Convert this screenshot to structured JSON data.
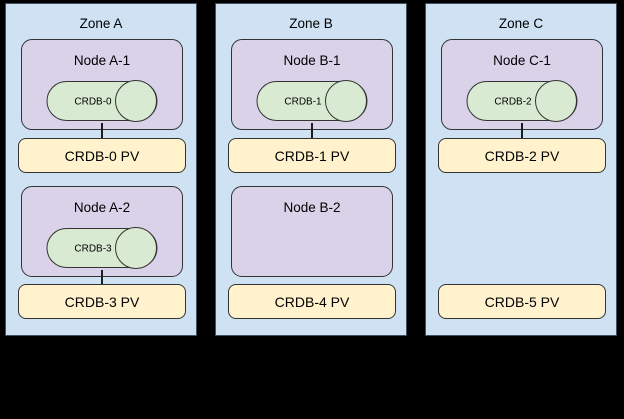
{
  "colors": {
    "canvas-bg": "#000000",
    "zone-fill": "#cfe2f3",
    "zone-border": "#44505d",
    "node-fill": "#d9d2e9",
    "cylinder-fill": "#d9ead3",
    "pv-fill": "#fff2cc",
    "shape-border": "#333333",
    "connector": "#1d1d1d",
    "text": "#000000"
  },
  "zones": [
    {
      "label": "Zone A",
      "node1": {
        "label": "Node A-1",
        "pod": "CRDB-0"
      },
      "pv1": "CRDB-0 PV",
      "node2": {
        "label": "Node A-2",
        "pod": "CRDB-3"
      },
      "pv2": "CRDB-3 PV"
    },
    {
      "label": "Zone B",
      "node1": {
        "label": "Node B-1",
        "pod": "CRDB-1"
      },
      "pv1": "CRDB-1 PV",
      "node2": {
        "label": "Node B-2"
      },
      "pv2": "CRDB-4 PV"
    },
    {
      "label": "Zone C",
      "node1": {
        "label": "Node C-1",
        "pod": "CRDB-2"
      },
      "pv1": "CRDB-2 PV",
      "pv2": "CRDB-5 PV"
    }
  ]
}
